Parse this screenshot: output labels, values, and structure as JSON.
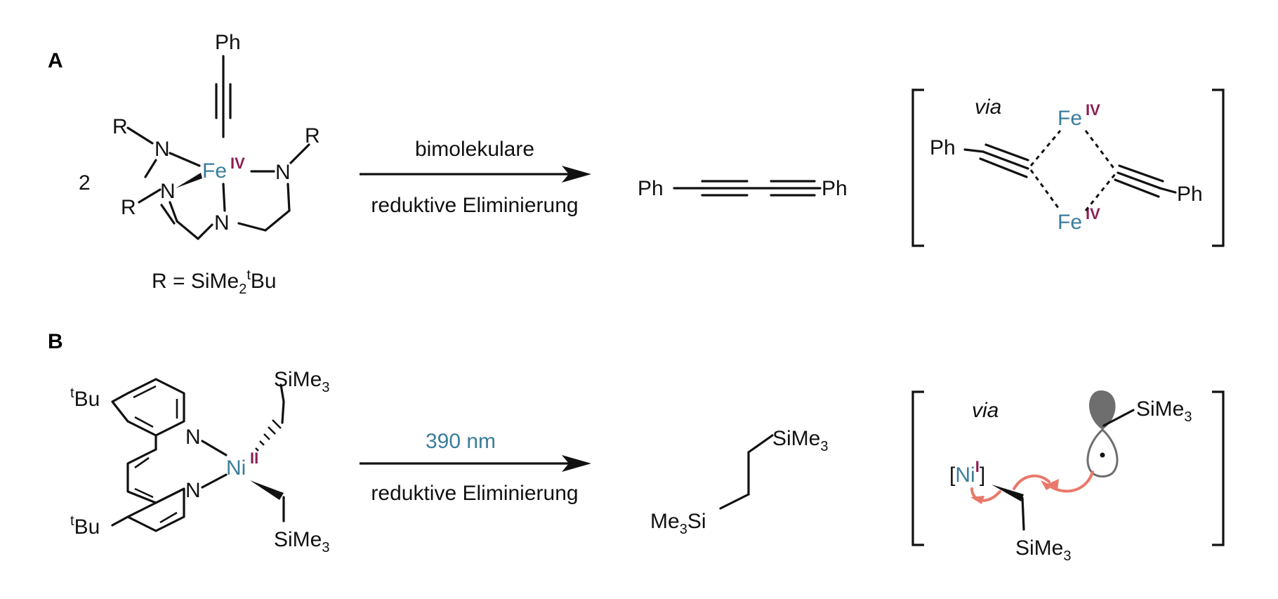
{
  "panels": [
    {
      "id": "A",
      "label": "A",
      "coefficient": "2",
      "substituent_def": "R = SiMe",
      "substituent_sub": "2",
      "substituent_sup": "t",
      "substituent_tail": "Bu",
      "r_label": "R",
      "n_label": "N",
      "metal": "Fe",
      "oxidation": "IV",
      "ph": "Ph",
      "arrow_top": "bimolekulare",
      "arrow_bottom": "reduktive Eliminierung",
      "via": "via"
    },
    {
      "id": "B",
      "label": "B",
      "tbu_sup": "t",
      "tbu_tail": "Bu",
      "n_label": "N",
      "metal": "Ni",
      "oxidation": "II",
      "simes": "SiMe",
      "simes_sub": "3",
      "me3si_pre": "Me",
      "me3si_sub": "3",
      "me3si_tail": "Si",
      "arrow_top": "390 nm",
      "arrow_bottom": "reduktive Eliminierung",
      "via": "via",
      "ni_bracket_open": "[",
      "ni_metal": "Ni",
      "ni_ox": "I",
      "ni_bracket_close": "]"
    }
  ],
  "colors": {
    "metal": "#3a7d9c",
    "oxidation_state": "#8c1f55",
    "electron_arrow": "#e9786a",
    "orbital_filled": "#6e6e6e"
  }
}
